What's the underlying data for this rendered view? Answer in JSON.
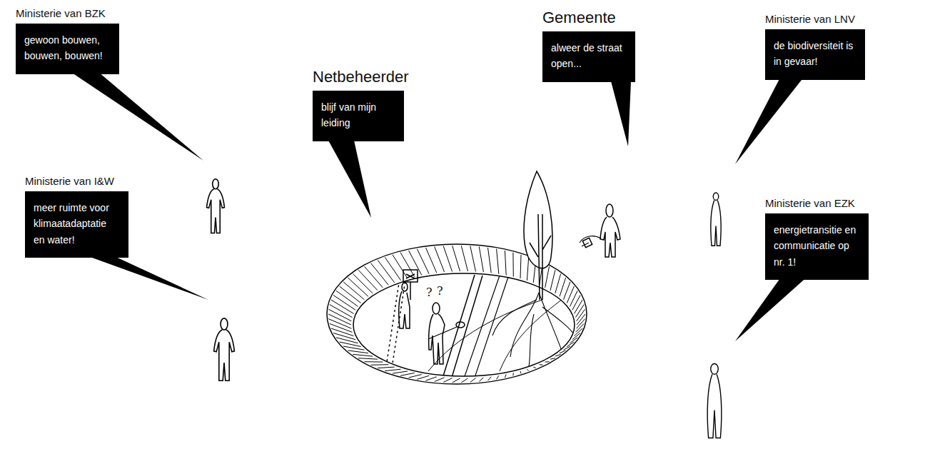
{
  "diagram": {
    "nodes": [
      {
        "text": [
          "Ministerie van BZK",
          "gewoon bouwen, bouwen, bouwen!"
        ]
      },
      {
        "text": [
          "Gemeente",
          "alweer de straat open..."
        ]
      },
      {
        "text": [
          "Ministerie van LNV",
          "de biodiversiteit is in gevaar!"
        ]
      },
      {
        "text": [
          "Netbeheerder",
          "blijf van mijn leiding"
        ]
      },
      {
        "text": [
          "Ministerie van I&W",
          "meer ruimte voor klimaatadaptatie en water!"
        ]
      },
      {
        "text": [
          "Ministerie van EZK",
          "energietransitie en communicatie op nr. 1!"
        ]
      }
    ],
    "labels": [
      "?",
      "?"
    ]
  }
}
